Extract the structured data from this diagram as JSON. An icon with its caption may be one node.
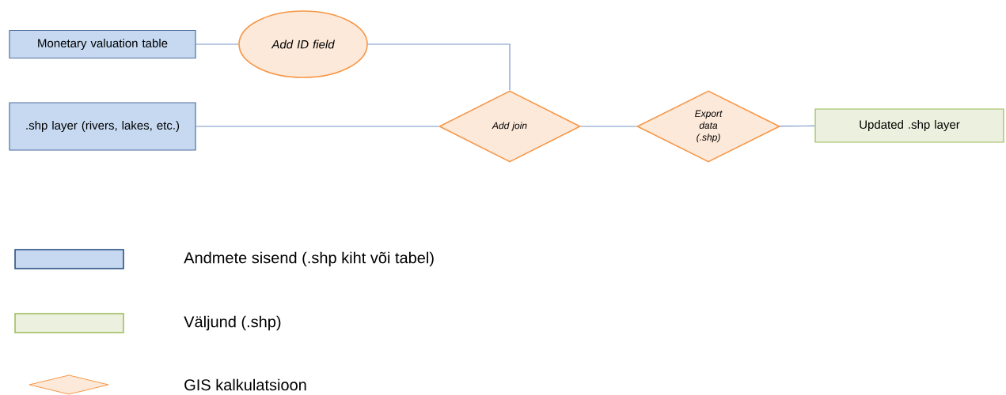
{
  "diagram": {
    "nodes": [
      {
        "text": [
          "Monetary valuation table"
        ]
      },
      {
        "text": [
          "Add ID field"
        ]
      },
      {
        "text": [
          ".shp layer (rivers, lakes, etc.)"
        ]
      },
      {
        "text": [
          "Add join"
        ]
      },
      {
        "text": [
          "Export data (.shp)"
        ]
      },
      {
        "text": [
          "Updated .shp layer"
        ]
      }
    ],
    "edges": [
      {
        "from": 0,
        "to": 1,
        "arrow": "none"
      },
      {
        "from": 1,
        "to": 3,
        "arrow": "none"
      },
      {
        "from": 2,
        "to": 3,
        "arrow": "none"
      },
      {
        "from": 3,
        "to": 4,
        "arrow": "none"
      },
      {
        "from": 4,
        "to": 5,
        "arrow": "none"
      }
    ],
    "legend": [
      {
        "text": "Andmete sisend (.shp kiht või tabel)",
        "color": "#c6d9f1"
      },
      {
        "text": "Väljund (.shp)",
        "color": "#ebf1de"
      },
      {
        "text": "GIS kalkulatsioon"
      }
    ]
  }
}
